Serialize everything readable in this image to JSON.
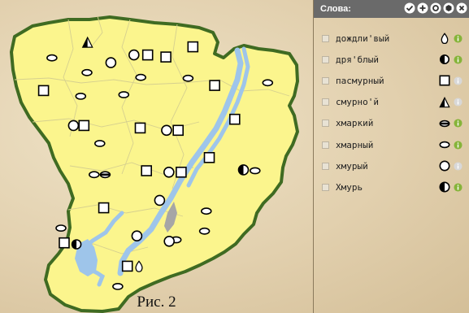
{
  "caption": "Рис. 2",
  "panel": {
    "title": "Слова:",
    "buttons": [
      {
        "name": "check-all-icon"
      },
      {
        "name": "add-icon"
      },
      {
        "name": "settings-icon"
      },
      {
        "name": "cube-icon"
      },
      {
        "name": "close-icon"
      }
    ],
    "items": [
      {
        "word": "дождли'вый",
        "symbol": "drop",
        "info_color": "#86b43a"
      },
      {
        "word": "дря'блый",
        "symbol": "half-circle",
        "info_color": "#86b43a"
      },
      {
        "word": "пасмурный",
        "symbol": "square",
        "info_color": "#d8d8d8"
      },
      {
        "word": "смурно'й",
        "symbol": "half-triangle",
        "info_color": "#d8d8d8"
      },
      {
        "word": "хмаркий",
        "symbol": "banded-ellipse",
        "info_color": "#86b43a"
      },
      {
        "word": "хмарный",
        "symbol": "ellipse",
        "info_color": "#86b43a"
      },
      {
        "word": "хмурый",
        "symbol": "circle",
        "info_color": "#d8d8d8"
      },
      {
        "word": "Хмурь",
        "symbol": "half-circle-large",
        "info_color": "#86b43a"
      }
    ]
  },
  "colors": {
    "region_fill": "#fbf58d",
    "region_border": "#3f6b22",
    "water": "#9ec5ea",
    "district_lines": "#d6d08f",
    "panel_header": "#6a6a6a"
  },
  "map_markers": [
    {
      "symbol": "half-triangle",
      "lon": 0.271,
      "lat": 0.891
    },
    {
      "symbol": "square",
      "lon": 0.623,
      "lat": 0.876
    },
    {
      "symbol": "ellipse",
      "lon": 0.152,
      "lat": 0.839
    },
    {
      "symbol": "circle",
      "lon": 0.426,
      "lat": 0.849
    },
    {
      "symbol": "square",
      "lon": 0.472,
      "lat": 0.849
    },
    {
      "symbol": "square",
      "lon": 0.533,
      "lat": 0.842
    },
    {
      "symbol": "circle",
      "lon": 0.349,
      "lat": 0.823
    },
    {
      "symbol": "ellipse",
      "lon": 0.269,
      "lat": 0.79
    },
    {
      "symbol": "ellipse",
      "lon": 0.449,
      "lat": 0.774
    },
    {
      "symbol": "ellipse",
      "lon": 0.607,
      "lat": 0.771
    },
    {
      "symbol": "square",
      "lon": 0.124,
      "lat": 0.73
    },
    {
      "symbol": "ellipse",
      "lon": 0.248,
      "lat": 0.711
    },
    {
      "symbol": "ellipse",
      "lon": 0.392,
      "lat": 0.716
    },
    {
      "symbol": "square",
      "lon": 0.696,
      "lat": 0.747
    },
    {
      "symbol": "ellipse",
      "lon": 0.873,
      "lat": 0.756
    },
    {
      "symbol": "circle",
      "lon": 0.224,
      "lat": 0.613
    },
    {
      "symbol": "square",
      "lon": 0.259,
      "lat": 0.613
    },
    {
      "symbol": "square",
      "lon": 0.447,
      "lat": 0.605
    },
    {
      "symbol": "circle",
      "lon": 0.535,
      "lat": 0.597
    },
    {
      "symbol": "square",
      "lon": 0.574,
      "lat": 0.597
    },
    {
      "symbol": "square",
      "lon": 0.763,
      "lat": 0.634
    },
    {
      "symbol": "ellipse",
      "lon": 0.312,
      "lat": 0.553
    },
    {
      "symbol": "square",
      "lon": 0.678,
      "lat": 0.506
    },
    {
      "symbol": "ellipse",
      "lon": 0.293,
      "lat": 0.449
    },
    {
      "symbol": "banded-ellipse",
      "lon": 0.33,
      "lat": 0.449
    },
    {
      "symbol": "square",
      "lon": 0.468,
      "lat": 0.462
    },
    {
      "symbol": "circle",
      "lon": 0.543,
      "lat": 0.457
    },
    {
      "symbol": "square",
      "lon": 0.584,
      "lat": 0.457
    },
    {
      "symbol": "half-circle-large",
      "lon": 0.792,
      "lat": 0.465
    },
    {
      "symbol": "ellipse",
      "lon": 0.831,
      "lat": 0.462
    },
    {
      "symbol": "circle",
      "lon": 0.512,
      "lat": 0.363
    },
    {
      "symbol": "square",
      "lon": 0.325,
      "lat": 0.338
    },
    {
      "symbol": "ellipse",
      "lon": 0.668,
      "lat": 0.327
    },
    {
      "symbol": "ellipse",
      "lon": 0.182,
      "lat": 0.27
    },
    {
      "symbol": "circle",
      "lon": 0.436,
      "lat": 0.244
    },
    {
      "symbol": "ellipse",
      "lon": 0.662,
      "lat": 0.26
    },
    {
      "symbol": "ellipse",
      "lon": 0.567,
      "lat": 0.231
    },
    {
      "symbol": "square",
      "lon": 0.193,
      "lat": 0.221
    },
    {
      "symbol": "half-circle",
      "lon": 0.234,
      "lat": 0.216
    },
    {
      "symbol": "circle",
      "lon": 0.544,
      "lat": 0.226
    },
    {
      "symbol": "square",
      "lon": 0.404,
      "lat": 0.143
    },
    {
      "symbol": "drop",
      "lon": 0.443,
      "lat": 0.143
    },
    {
      "symbol": "ellipse",
      "lon": 0.372,
      "lat": 0.075
    }
  ]
}
